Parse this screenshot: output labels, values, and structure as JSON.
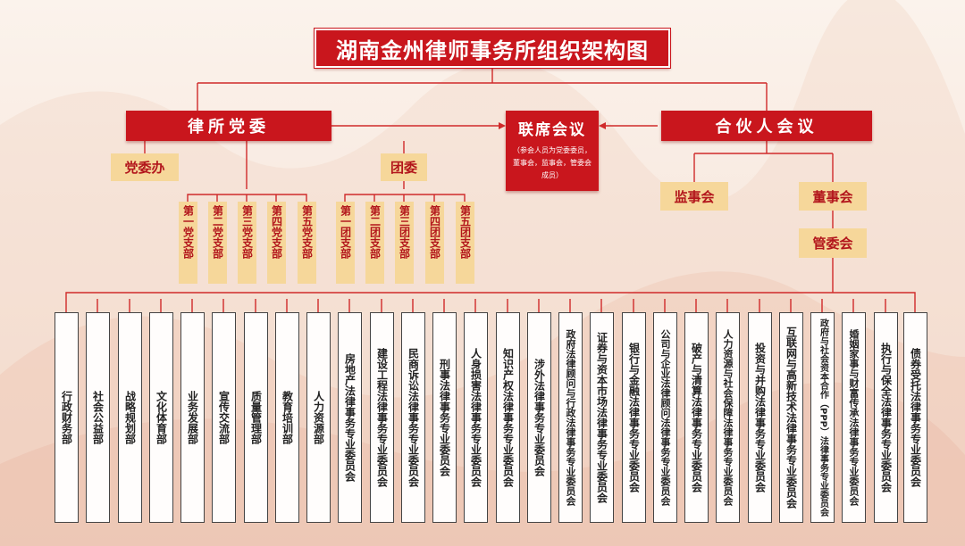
{
  "title": "湖南金州律师事务所组织架构图",
  "party_committee": "律所党委",
  "joint_meeting": {
    "title": "联席会议",
    "note": "（参会人员为党委委员，董事会，监事会，管委会成员）"
  },
  "partner_meeting": "合伙人会议",
  "party_office": "党委办",
  "youth_league": "团委",
  "supervisory_board": "监事会",
  "board_of_directors": "董事会",
  "management_committee": "管委会",
  "party_branches": [
    "第一党支部",
    "第二党支部",
    "第三党支部",
    "第四党支部",
    "第五党支部"
  ],
  "league_branches": [
    "第一团支部",
    "第二团支部",
    "第三团支部",
    "第四团支部",
    "第五团支部"
  ],
  "departments": [
    "行政财务部",
    "社会公益部",
    "战略规划部",
    "文化体育部",
    "业务发展部",
    "宣传交流部",
    "质量管理部",
    "教育培训部",
    "人力资源部",
    "房地产法律事务专业委员会",
    "建设工程法律事务专业委员会",
    "民商诉讼法律事务专业委员会",
    "刑事法律事务专业委员会",
    "人身损害法律事务专业委员会",
    "知识产权法律事务专业委员会",
    "涉外法律事务专业委员会",
    "政府法律顾问与行政法律事务专业委员会",
    "证券与资本市场法律事务专业委员会",
    "银行与金融法律事务专业委员会",
    "公司与企业法律顾问法律事务专业委员会",
    "破产与清算法律事务专业委员会",
    "人力资源与社会保障法律事务专业委员会",
    "投资与并购法律事务专业委员会",
    "互联网与高新技术法律事务专业委员会",
    "政府与社会资本合作（PPP）法律事务专业委员会",
    "婚姻家事与财富传承法律事务专业委员会",
    "执行与保全法律事务专业委员会",
    "债券受托法律事务专业委员会"
  ],
  "colors": {
    "red": "#c9161d",
    "gold": "#f6d79a",
    "line": "#d02a2a"
  }
}
